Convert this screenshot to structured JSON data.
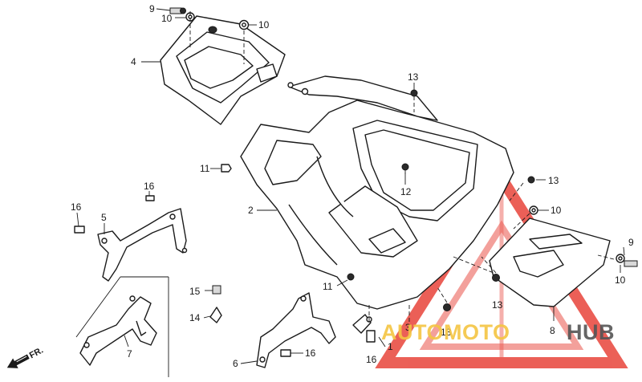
{
  "callouts": {
    "c1": "1",
    "c2": "2",
    "c3": "3",
    "c4": "4",
    "c5": "5",
    "c6": "6",
    "c7": "7",
    "c8": "8",
    "c9a": "9",
    "c9b": "9",
    "c10a": "10",
    "c10b": "10",
    "c10c": "10",
    "c10d": "10",
    "c11a": "11",
    "c11b": "11",
    "c12": "12",
    "c13a": "13",
    "c13b": "13",
    "c13c": "13",
    "c13d": "13",
    "c14": "14",
    "c15": "15",
    "c16a": "16",
    "c16b": "16",
    "c16c": "16",
    "c16d": "16"
  },
  "direction_marker": {
    "label": "FR."
  },
  "watermark": {
    "word_a": "AUTOMOTO",
    "word_b": "HUB",
    "color_a": "#f4c542",
    "color_b": "#555555",
    "triangle_color": "#e8443a"
  }
}
